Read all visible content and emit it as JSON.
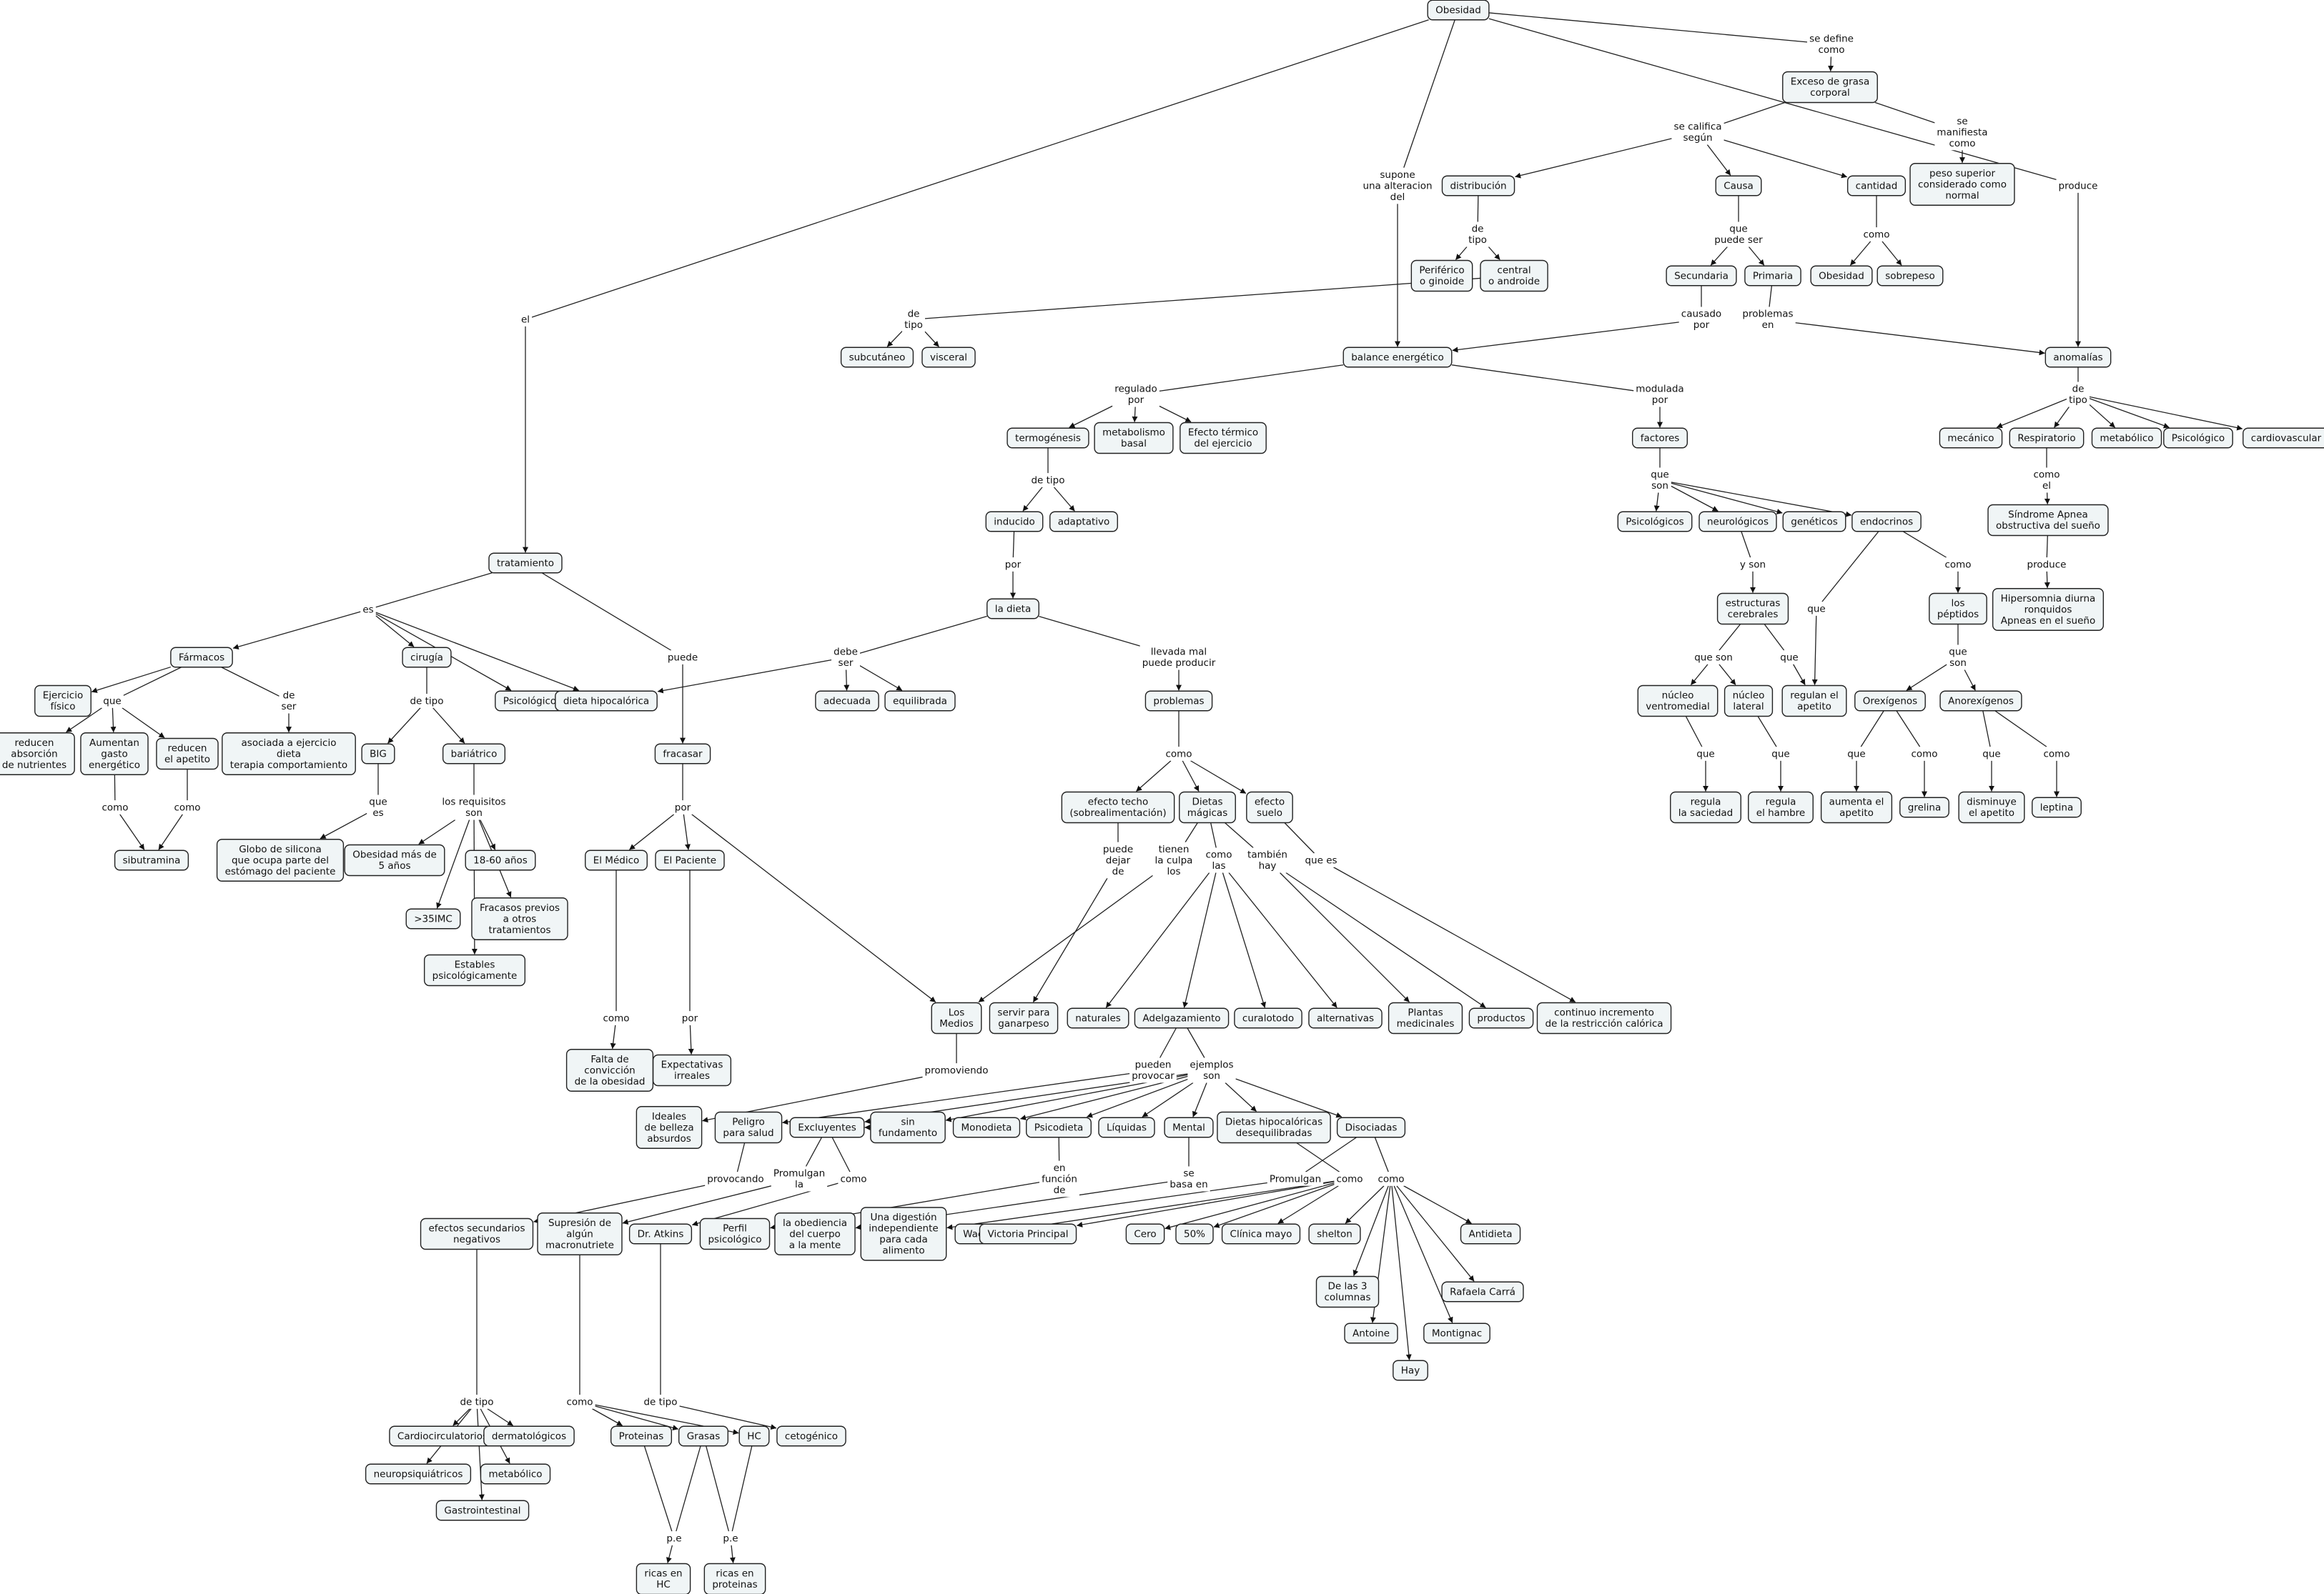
{
  "concepts": [
    {
      "id": "obesidad",
      "lines": [
        "Obesidad"
      ]
    },
    {
      "id": "exceso",
      "lines": [
        "Exceso de grasa",
        "corporal"
      ]
    },
    {
      "id": "peso",
      "lines": [
        "peso superior",
        "considerado como",
        "normal"
      ]
    },
    {
      "id": "distribucion",
      "lines": [
        "distribución"
      ]
    },
    {
      "id": "causa",
      "lines": [
        "Causa"
      ]
    },
    {
      "id": "cantidad",
      "lines": [
        "cantidad"
      ]
    },
    {
      "id": "periferico",
      "lines": [
        "Periférico",
        "o ginoide"
      ]
    },
    {
      "id": "central",
      "lines": [
        "central",
        "o androide"
      ]
    },
    {
      "id": "secundaria",
      "lines": [
        "Secundaria"
      ]
    },
    {
      "id": "primaria",
      "lines": [
        "Primaria"
      ]
    },
    {
      "id": "obesidad2",
      "lines": [
        "Obesidad"
      ]
    },
    {
      "id": "sobrepeso",
      "lines": [
        "sobrepeso"
      ]
    },
    {
      "id": "subcutaneo",
      "lines": [
        "subcutáneo"
      ]
    },
    {
      "id": "visceral",
      "lines": [
        "visceral"
      ]
    },
    {
      "id": "balance",
      "lines": [
        "balance energético"
      ]
    },
    {
      "id": "anomalias",
      "lines": [
        "anomalías"
      ]
    },
    {
      "id": "termogenesis",
      "lines": [
        "termogénesis"
      ]
    },
    {
      "id": "metabolismo",
      "lines": [
        "metabolismo",
        "basal"
      ]
    },
    {
      "id": "efectotermico",
      "lines": [
        "Efecto térmico",
        "del ejercicio"
      ]
    },
    {
      "id": "factores",
      "lines": [
        "factores"
      ]
    },
    {
      "id": "mecanico",
      "lines": [
        "mecánico"
      ]
    },
    {
      "id": "respiratorio",
      "lines": [
        "Respiratorio"
      ]
    },
    {
      "id": "metabolico",
      "lines": [
        "metabólico"
      ]
    },
    {
      "id": "psicologico",
      "lines": [
        "Psicológico"
      ]
    },
    {
      "id": "cardiovascular",
      "lines": [
        "cardiovascular"
      ]
    },
    {
      "id": "inducido",
      "lines": [
        "inducido"
      ]
    },
    {
      "id": "adaptativo",
      "lines": [
        "adaptativo"
      ]
    },
    {
      "id": "psicologicos",
      "lines": [
        "Psicológicos"
      ]
    },
    {
      "id": "neurologicos",
      "lines": [
        "neurológicos"
      ]
    },
    {
      "id": "geneticos",
      "lines": [
        "genéticos"
      ]
    },
    {
      "id": "endocrinos",
      "lines": [
        "endocrinos"
      ]
    },
    {
      "id": "sindrome",
      "lines": [
        "Síndrome Apnea",
        "obstructiva del sueño"
      ]
    },
    {
      "id": "hipersomnia",
      "lines": [
        "Hipersomnia diurna",
        "ronquidos",
        "Apneas en el sueño"
      ]
    },
    {
      "id": "tratamiento",
      "lines": [
        "tratamiento"
      ]
    },
    {
      "id": "ladieta",
      "lines": [
        "la dieta"
      ]
    },
    {
      "id": "estructuras",
      "lines": [
        "estructuras",
        "cerebrales"
      ]
    },
    {
      "id": "lospeptidos",
      "lines": [
        "los",
        "péptidos"
      ]
    },
    {
      "id": "farmacos",
      "lines": [
        "Fármacos"
      ]
    },
    {
      "id": "cirugia",
      "lines": [
        "cirugía"
      ]
    },
    {
      "id": "psicologicoT",
      "lines": [
        "Psicológico"
      ]
    },
    {
      "id": "dietahipo",
      "lines": [
        "dieta hipocalórica"
      ]
    },
    {
      "id": "adecuada",
      "lines": [
        "adecuada"
      ]
    },
    {
      "id": "equilibrada",
      "lines": [
        "equilibrada"
      ]
    },
    {
      "id": "problemas",
      "lines": [
        "problemas"
      ]
    },
    {
      "id": "nucleov",
      "lines": [
        "núcleo",
        "ventromedial"
      ]
    },
    {
      "id": "nucleol",
      "lines": [
        "núcleo",
        "lateral"
      ]
    },
    {
      "id": "regulanapetito",
      "lines": [
        "regulan el",
        "apetito"
      ]
    },
    {
      "id": "orexigenos",
      "lines": [
        "Orexígenos"
      ]
    },
    {
      "id": "anorexigenos",
      "lines": [
        "Anorexígenos"
      ]
    },
    {
      "id": "ejercicio",
      "lines": [
        "Ejercicio",
        "físico"
      ]
    },
    {
      "id": "reducenabs",
      "lines": [
        "reducen",
        "absorción",
        "de nutrientes"
      ]
    },
    {
      "id": "aumentan",
      "lines": [
        "Aumentan",
        "gasto",
        "energético"
      ]
    },
    {
      "id": "reducenap",
      "lines": [
        "reducen",
        "el apetito"
      ]
    },
    {
      "id": "asociada",
      "lines": [
        "asociada a ejercicio",
        "dieta",
        "terapia comportamiento"
      ]
    },
    {
      "id": "big",
      "lines": [
        "BIG"
      ]
    },
    {
      "id": "bariatrico",
      "lines": [
        "bariátrico"
      ]
    },
    {
      "id": "fracasar",
      "lines": [
        "fracasar"
      ]
    },
    {
      "id": "efectotecho",
      "lines": [
        "efecto techo",
        "(sobrealimentación)"
      ]
    },
    {
      "id": "dietasmagicas",
      "lines": [
        "Dietas",
        "mágicas"
      ]
    },
    {
      "id": "efectosuelo",
      "lines": [
        "efecto",
        "suelo"
      ]
    },
    {
      "id": "reguladasaciedad",
      "lines": [
        "regula",
        "la saciedad"
      ]
    },
    {
      "id": "regulahambre",
      "lines": [
        "regula",
        "el hambre"
      ]
    },
    {
      "id": "aumentaapetito",
      "lines": [
        "aumenta el",
        "apetito"
      ]
    },
    {
      "id": "grelina",
      "lines": [
        "grelina"
      ]
    },
    {
      "id": "disminuye",
      "lines": [
        "disminuye",
        "el apetito"
      ]
    },
    {
      "id": "leptina",
      "lines": [
        "leptina"
      ]
    },
    {
      "id": "sibutramina",
      "lines": [
        "sibutramina"
      ]
    },
    {
      "id": "globo",
      "lines": [
        "Globo de silicona",
        "que ocupa parte del",
        "estómago del paciente"
      ]
    },
    {
      "id": "obesidad5",
      "lines": [
        "Obesidad más de",
        "5 años"
      ]
    },
    {
      "id": "edad",
      "lines": [
        "18-60 años"
      ]
    },
    {
      "id": "imc",
      "lines": [
        ">35IMC"
      ]
    },
    {
      "id": "fracasos",
      "lines": [
        "Fracasos previos",
        "a otros",
        "tratamientos"
      ]
    },
    {
      "id": "estables",
      "lines": [
        "Estables",
        "psicológicamente"
      ]
    },
    {
      "id": "elmedico",
      "lines": [
        "El Médico"
      ]
    },
    {
      "id": "elpaciente",
      "lines": [
        "El Paciente"
      ]
    },
    {
      "id": "losmedios",
      "lines": [
        "Los",
        "Medios"
      ]
    },
    {
      "id": "servir",
      "lines": [
        "servir para",
        "ganarpeso"
      ]
    },
    {
      "id": "naturales",
      "lines": [
        "naturales"
      ]
    },
    {
      "id": "adelgazamiento",
      "lines": [
        "Adelgazamiento"
      ]
    },
    {
      "id": "curalotodo",
      "lines": [
        "curalotodo"
      ]
    },
    {
      "id": "alternativas",
      "lines": [
        "alternativas"
      ]
    },
    {
      "id": "plantas",
      "lines": [
        "Plantas",
        "medicinales"
      ]
    },
    {
      "id": "productos",
      "lines": [
        "productos"
      ]
    },
    {
      "id": "continuo",
      "lines": [
        "continuo incremento",
        "de la restricción calórica"
      ]
    },
    {
      "id": "faltaconviccion",
      "lines": [
        "Falta de",
        "convicción",
        "de la obesidad"
      ]
    },
    {
      "id": "expectativas",
      "lines": [
        "Expectativas",
        "irreales"
      ]
    },
    {
      "id": "ideales",
      "lines": [
        "Ideales",
        "de belleza",
        "absurdos"
      ]
    },
    {
      "id": "peligro",
      "lines": [
        "Peligro",
        "para salud"
      ]
    },
    {
      "id": "excluyentes",
      "lines": [
        "Excluyentes"
      ]
    },
    {
      "id": "sinfundamento",
      "lines": [
        "sin",
        "fundamento"
      ]
    },
    {
      "id": "monodieta",
      "lines": [
        "Monodieta"
      ]
    },
    {
      "id": "psicodieta",
      "lines": [
        "Psicodieta"
      ]
    },
    {
      "id": "liquidas",
      "lines": [
        "Líquidas"
      ]
    },
    {
      "id": "mental",
      "lines": [
        "Mental"
      ]
    },
    {
      "id": "dietashipo",
      "lines": [
        "Dietas hipocalóricas",
        "desequilibradas"
      ]
    },
    {
      "id": "disociadas",
      "lines": [
        "Disociadas"
      ]
    },
    {
      "id": "efectossec",
      "lines": [
        "efectos secundarios",
        "negativos"
      ]
    },
    {
      "id": "supresion",
      "lines": [
        "Supresión de",
        "algún",
        "macronutriete"
      ]
    },
    {
      "id": "atkins",
      "lines": [
        "Dr. Atkins"
      ]
    },
    {
      "id": "perfil",
      "lines": [
        "Perfil",
        "psicológico"
      ]
    },
    {
      "id": "obediencia",
      "lines": [
        "la obediencia",
        "del cuerpo",
        "a la mente"
      ]
    },
    {
      "id": "digestion",
      "lines": [
        "Una digestión",
        "independiente",
        "para cada",
        "alimento"
      ]
    },
    {
      "id": "waerland",
      "lines": [
        "Waerland"
      ]
    },
    {
      "id": "victoria",
      "lines": [
        "Victoria Principal"
      ]
    },
    {
      "id": "cero",
      "lines": [
        "Cero"
      ]
    },
    {
      "id": "cincuenta",
      "lines": [
        "50%"
      ]
    },
    {
      "id": "clinica",
      "lines": [
        "Clínica mayo"
      ]
    },
    {
      "id": "shelton",
      "lines": [
        "shelton"
      ]
    },
    {
      "id": "antidieta",
      "lines": [
        "Antidieta"
      ]
    },
    {
      "id": "de3",
      "lines": [
        "De las 3",
        "columnas"
      ]
    },
    {
      "id": "rafaela",
      "lines": [
        "Rafaela Carrá"
      ]
    },
    {
      "id": "antoine",
      "lines": [
        "Antoine"
      ]
    },
    {
      "id": "montignac",
      "lines": [
        "Montignac"
      ]
    },
    {
      "id": "hay",
      "lines": [
        "Hay"
      ]
    },
    {
      "id": "cardio",
      "lines": [
        "Cardiocirculatorios"
      ]
    },
    {
      "id": "dermato",
      "lines": [
        "dermatológicos"
      ]
    },
    {
      "id": "neuro",
      "lines": [
        "neuropsiquiátricos"
      ]
    },
    {
      "id": "metab2",
      "lines": [
        "metabólico"
      ]
    },
    {
      "id": "gastro",
      "lines": [
        "Gastrointestinal"
      ]
    },
    {
      "id": "proteinas",
      "lines": [
        "Proteinas"
      ]
    },
    {
      "id": "grasas",
      "lines": [
        "Grasas"
      ]
    },
    {
      "id": "hc",
      "lines": [
        "HC"
      ]
    },
    {
      "id": "cetogenico",
      "lines": [
        "cetogénico"
      ]
    },
    {
      "id": "ricashc",
      "lines": [
        "ricas en",
        "HC"
      ]
    },
    {
      "id": "ricasprot",
      "lines": [
        "ricas en",
        "proteinas"
      ]
    }
  ],
  "linking_phrases": [
    {
      "id": "L_sedefine",
      "lines": [
        "se define",
        "como"
      ]
    },
    {
      "id": "L_semanifiesta",
      "lines": [
        "se",
        "manifiesta",
        "como"
      ]
    },
    {
      "id": "L_produce",
      "lines": [
        "produce"
      ]
    },
    {
      "id": "L_secalifica",
      "lines": [
        "se califica",
        "según"
      ]
    },
    {
      "id": "L_supone",
      "lines": [
        "supone",
        "una alteracion",
        "del"
      ]
    },
    {
      "id": "L_el",
      "lines": [
        "el"
      ]
    },
    {
      "id": "L_detipo1",
      "lines": [
        "de",
        "tipo"
      ]
    },
    {
      "id": "L_quepuede",
      "lines": [
        "que",
        "puede ser"
      ]
    },
    {
      "id": "L_como1",
      "lines": [
        "como"
      ]
    },
    {
      "id": "L_detipo2",
      "lines": [
        "de",
        "tipo"
      ]
    },
    {
      "id": "L_causado",
      "lines": [
        "causado",
        "por"
      ]
    },
    {
      "id": "L_problemasen",
      "lines": [
        "problemas",
        "en"
      ]
    },
    {
      "id": "L_regulado",
      "lines": [
        "regulado",
        "por"
      ]
    },
    {
      "id": "L_modulada",
      "lines": [
        "modulada",
        "por"
      ]
    },
    {
      "id": "L_detipo3",
      "lines": [
        "de",
        "tipo"
      ]
    },
    {
      "id": "L_detipo4",
      "lines": [
        "de tipo"
      ]
    },
    {
      "id": "L_queson1",
      "lines": [
        "que",
        "son"
      ]
    },
    {
      "id": "L_comoel",
      "lines": [
        "como",
        "el"
      ]
    },
    {
      "id": "L_produce2",
      "lines": [
        "produce"
      ]
    },
    {
      "id": "L_por1",
      "lines": [
        "por"
      ]
    },
    {
      "id": "L_yson",
      "lines": [
        "y son"
      ]
    },
    {
      "id": "L_que1",
      "lines": [
        "que"
      ]
    },
    {
      "id": "L_como2",
      "lines": [
        "como"
      ]
    },
    {
      "id": "L_es",
      "lines": [
        "es"
      ]
    },
    {
      "id": "L_puede",
      "lines": [
        "puede"
      ]
    },
    {
      "id": "L_debeser",
      "lines": [
        "debe",
        "ser"
      ]
    },
    {
      "id": "L_llevadamal",
      "lines": [
        "llevada mal",
        "puede producir"
      ]
    },
    {
      "id": "L_queson2",
      "lines": [
        "que son"
      ]
    },
    {
      "id": "L_que2",
      "lines": [
        "que"
      ]
    },
    {
      "id": "L_queson3",
      "lines": [
        "que",
        "son"
      ]
    },
    {
      "id": "L_que_f",
      "lines": [
        "que"
      ]
    },
    {
      "id": "L_deser",
      "lines": [
        "de",
        "ser"
      ]
    },
    {
      "id": "L_detipo5",
      "lines": [
        "de tipo"
      ]
    },
    {
      "id": "L_que3",
      "lines": [
        "que"
      ]
    },
    {
      "id": "L_que4",
      "lines": [
        "que"
      ]
    },
    {
      "id": "L_que5",
      "lines": [
        "que"
      ]
    },
    {
      "id": "L_como3",
      "lines": [
        "como"
      ]
    },
    {
      "id": "L_que6",
      "lines": [
        "que"
      ]
    },
    {
      "id": "L_como4",
      "lines": [
        "como"
      ]
    },
    {
      "id": "L_como5",
      "lines": [
        "como"
      ]
    },
    {
      "id": "L_como6",
      "lines": [
        "como"
      ]
    },
    {
      "id": "L_quees",
      "lines": [
        "que",
        "es"
      ]
    },
    {
      "id": "L_losrequisitos",
      "lines": [
        "los requisitos",
        "son"
      ]
    },
    {
      "id": "L_por2",
      "lines": [
        "por"
      ]
    },
    {
      "id": "L_como7",
      "lines": [
        "como"
      ]
    },
    {
      "id": "L_puededejar",
      "lines": [
        "puede",
        "dejar",
        "de"
      ]
    },
    {
      "id": "L_tienen",
      "lines": [
        "tienen",
        "la culpa",
        "los"
      ]
    },
    {
      "id": "L_comolas",
      "lines": [
        "como",
        "las"
      ]
    },
    {
      "id": "L_tambien",
      "lines": [
        "también",
        "hay"
      ]
    },
    {
      "id": "L_quees2",
      "lines": [
        "que es"
      ]
    },
    {
      "id": "L_como8",
      "lines": [
        "como"
      ]
    },
    {
      "id": "L_por3",
      "lines": [
        "por"
      ]
    },
    {
      "id": "L_promoviendo",
      "lines": [
        "promoviendo"
      ]
    },
    {
      "id": "L_pueden",
      "lines": [
        "pueden",
        "provocar"
      ]
    },
    {
      "id": "L_ejemplos",
      "lines": [
        "ejemplos",
        "son"
      ]
    },
    {
      "id": "L_provocando",
      "lines": [
        "provocando"
      ]
    },
    {
      "id": "L_promulgan1",
      "lines": [
        "Promulgan",
        "la"
      ]
    },
    {
      "id": "L_como9",
      "lines": [
        "como"
      ]
    },
    {
      "id": "L_enfuncion",
      "lines": [
        "en",
        "función",
        "de"
      ]
    },
    {
      "id": "L_sebasa",
      "lines": [
        "se",
        "basa en"
      ]
    },
    {
      "id": "L_promulgan2",
      "lines": [
        "Promulgan"
      ]
    },
    {
      "id": "L_como10",
      "lines": [
        "como"
      ]
    },
    {
      "id": "L_como11",
      "lines": [
        "como"
      ]
    },
    {
      "id": "L_detipo6",
      "lines": [
        "de tipo"
      ]
    },
    {
      "id": "L_como12",
      "lines": [
        "como"
      ]
    },
    {
      "id": "L_detipo7",
      "lines": [
        "de tipo"
      ]
    },
    {
      "id": "L_pe1",
      "lines": [
        "p.e"
      ]
    },
    {
      "id": "L_pe2",
      "lines": [
        "p.e"
      ]
    }
  ]
}
